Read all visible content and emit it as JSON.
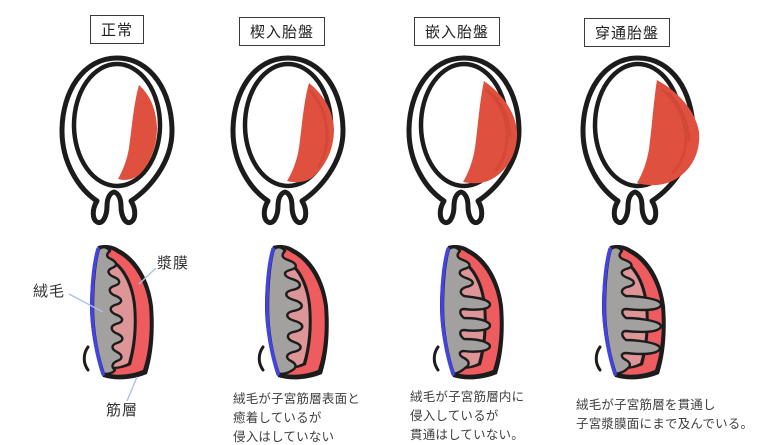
{
  "figure": {
    "description": "placenta-invasion-depth-diagram",
    "columns": [
      {
        "title": "正常",
        "caption": ""
      },
      {
        "title": "楔入胎盤",
        "caption": "絨毛が子宮筋層表面と\n癒着しているが\n侵入はしていない"
      },
      {
        "title": "嵌入胎盤",
        "caption": "絨毛が子宮筋層内に\n侵入しているが\n貫通はしていない。"
      },
      {
        "title": "穿通胎盤",
        "caption": "絨毛が子宮筋層を貫通し\n子宮漿膜面にまで及んでいる。"
      }
    ],
    "anatomy_labels": {
      "serosa": "漿膜",
      "villi": "絨毛",
      "myometrium": "筋層"
    }
  },
  "colors": {
    "placenta": "#e0503f",
    "placenta_shade": "#cf4434",
    "myometrium": "#ee5c60",
    "inner_muscle": "#dd9597",
    "villi": "#a3a19f",
    "decidua_line": "#4343e3",
    "leader": "#a9c2ea",
    "outline": "#1c1c1c"
  }
}
